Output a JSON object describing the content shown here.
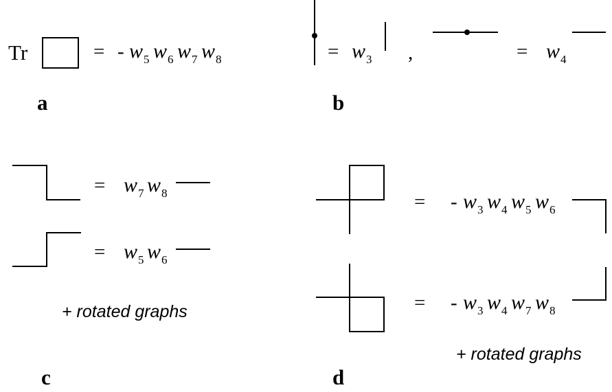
{
  "panels": {
    "a": {
      "label": "a",
      "trace_op": "Tr",
      "equals": "=",
      "minus": "-",
      "weights": [
        "5",
        "6",
        "7",
        "8"
      ]
    },
    "b": {
      "label": "b",
      "equals_1": "=",
      "weight_1": "3",
      "comma": ",",
      "equals_2": "=",
      "weight_2": "4"
    },
    "c": {
      "label": "c",
      "row1": {
        "equals": "=",
        "weights": [
          "7",
          "8"
        ]
      },
      "row2": {
        "equals": "=",
        "weights": [
          "5",
          "6"
        ]
      },
      "note": "+ rotated graphs"
    },
    "d": {
      "label": "d",
      "row1": {
        "equals": "=",
        "minus": "-",
        "weights": [
          "3",
          "4",
          "5",
          "6"
        ]
      },
      "row2": {
        "equals": "=",
        "minus": "-",
        "weights": [
          "3",
          "4",
          "7",
          "8"
        ]
      },
      "note": "+ rotated graphs"
    }
  },
  "symbols": {
    "weight_letter": "w"
  },
  "colors": {
    "ink": "#000000",
    "background": "#ffffff"
  }
}
